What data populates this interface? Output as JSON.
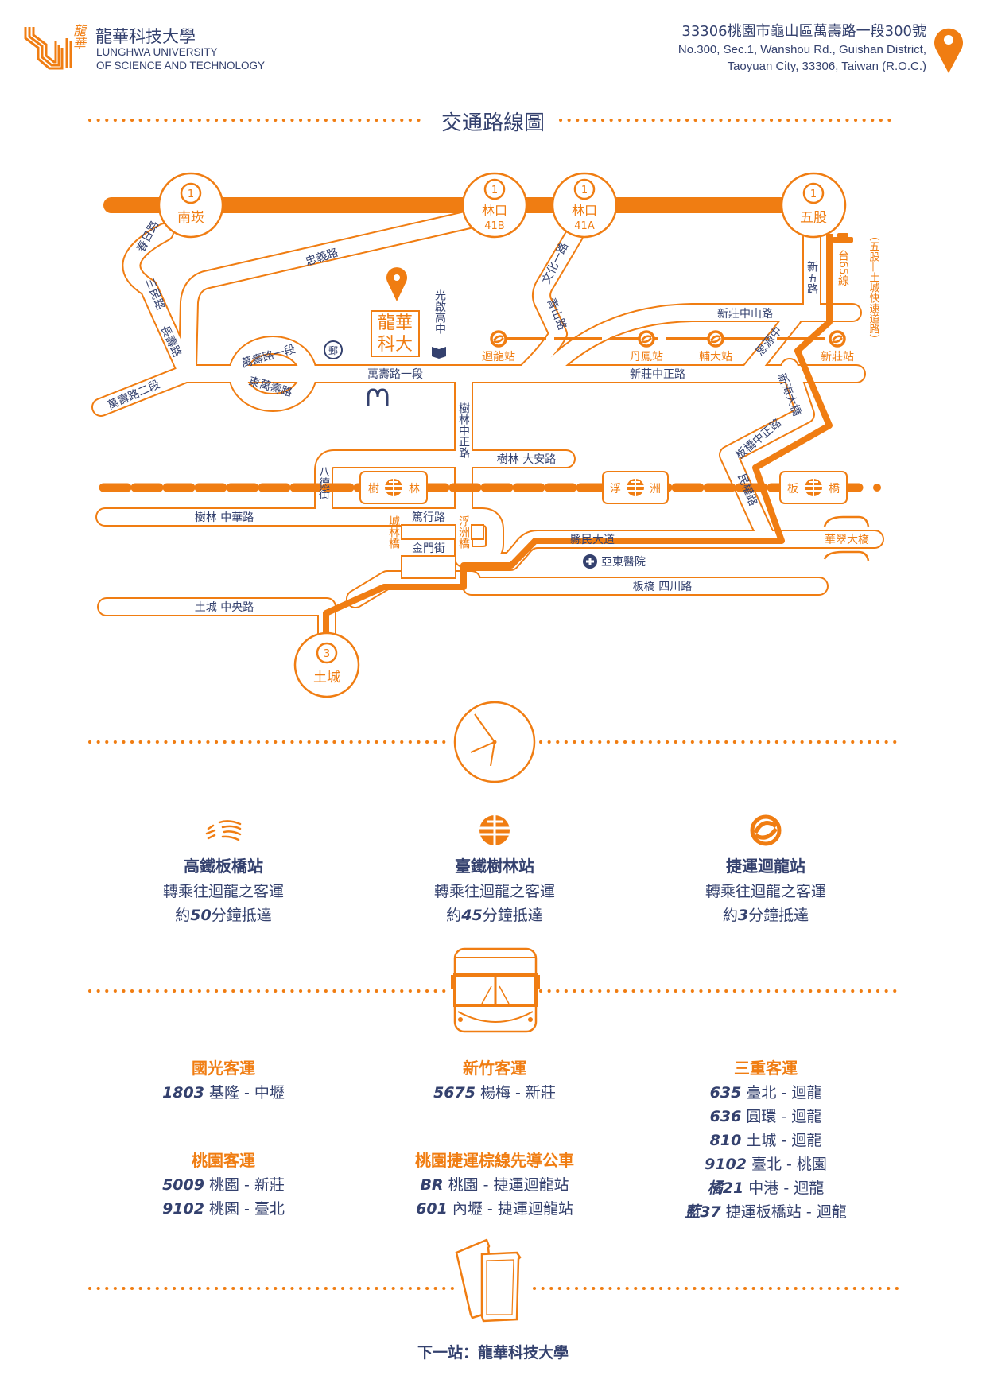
{
  "header": {
    "logo_mark_text": "龍華",
    "logo_zh": "龍華科技大學",
    "logo_en1": "LUNGHWA UNIVERSITY",
    "logo_en2": "OF SCIENCE AND TECHNOLOGY",
    "address_zh": "33306桃園市龜山區萬壽路一段300號",
    "address_en1": "No.300, Sec.1, Wanshou Rd., Guishan District,",
    "address_en2": "Taoyuan City, 33306, Taiwan (R.O.C.)"
  },
  "title": "交通路線圖",
  "colors": {
    "accent": "#f07d12",
    "text": "#34416e"
  },
  "map": {
    "interchanges": [
      {
        "num": "1",
        "name": "南崁"
      },
      {
        "num": "1",
        "name": "林口",
        "code": "41B"
      },
      {
        "num": "1",
        "name": "林口",
        "code": "41A"
      },
      {
        "num": "1",
        "name": "五股"
      },
      {
        "num": "3",
        "name": "土城"
      }
    ],
    "school": "龍華科大",
    "landmarks": {
      "high_school": "光啟高中",
      "hospital": "亞東醫院",
      "highway65": "台65線",
      "expressway": "（五股—土城快速道路）"
    },
    "metro_stations": [
      "迴龍站",
      "丹鳳站",
      "輔大站",
      "新莊站"
    ],
    "rail_stations": [
      {
        "a": "樹",
        "b": "林"
      },
      {
        "a": "浮",
        "b": "洲"
      },
      {
        "a": "板",
        "b": "橋"
      }
    ],
    "roads": {
      "chunri": "春日路",
      "sanmin": "三民路",
      "changshou": "長壽路",
      "wanshou2": "萬壽路二段",
      "zhongyi": "忠義路",
      "wanshou1_arc": "萬壽路一段",
      "dongwanshou": "東萬壽路",
      "wanshou1": "萬壽路一段",
      "wenhua": "文化一路",
      "qingshan": "青山路",
      "xinwu": "新五路",
      "zhongshan": "新莊中山路",
      "siyuan": "思源中",
      "xz_zhongzheng": "新莊中正路",
      "xinhai": "新海大橋",
      "bq_zhongzheng": "板橋中正路",
      "minquan": "民權路",
      "sl_zhongzheng": "樹林中正路",
      "daan": "樹林 大安路",
      "bade": "八德街",
      "zhonghua": "樹林 中華路",
      "duxing": "篤行路",
      "jinmen": "金門街",
      "chenglin": "城林橋",
      "fuzhou": "浮洲橋",
      "xianmin": "縣民大道",
      "huacui": "華翠大橋",
      "sichuan": "板橋 四川路",
      "zhongyang": "土城 中央路"
    }
  },
  "transfers": [
    {
      "title": "高鐵板橋站",
      "line1": "轉乘往迴龍之客運",
      "pre": "約",
      "minutes": "50",
      "post": "分鐘抵達"
    },
    {
      "title": "臺鐵樹林站",
      "line1": "轉乘往迴龍之客運",
      "pre": "約",
      "minutes": "45",
      "post": "分鐘抵達"
    },
    {
      "title": "捷運迴龍站",
      "line1": "轉乘往迴龍之客運",
      "pre": "約",
      "minutes": "3",
      "post": "分鐘抵達"
    }
  ],
  "bus": {
    "kuokuang": {
      "name": "國光客運",
      "routes": [
        {
          "no": "1803",
          "route": "基隆 - 中壢"
        }
      ]
    },
    "hsinchu": {
      "name": "新竹客運",
      "routes": [
        {
          "no": "5675",
          "route": "楊梅 - 新莊"
        }
      ]
    },
    "sanchung": {
      "name": "三重客運",
      "routes": [
        {
          "no": "635",
          "route": "臺北 - 迴龍"
        },
        {
          "no": "636",
          "route": "圓環 - 迴龍"
        },
        {
          "no": "810",
          "route": "土城 - 迴龍"
        },
        {
          "no": "9102",
          "route": "臺北 - 桃園"
        },
        {
          "no": "橘21",
          "route": "中港 - 迴龍"
        },
        {
          "no": "藍37",
          "route": "捷運板橋站 - 迴龍"
        }
      ]
    },
    "taoyuan": {
      "name": "桃園客運",
      "routes": [
        {
          "no": "5009",
          "route": "桃園 - 新莊"
        },
        {
          "no": "9102",
          "route": "桃園 - 臺北"
        }
      ]
    },
    "brown": {
      "name": "桃園捷運棕線先導公車",
      "routes": [
        {
          "no": "BR",
          "route": "桃園 - 捷運迴龍站"
        },
        {
          "no": "601",
          "route": "內壢 - 捷運迴龍站"
        }
      ]
    }
  },
  "footer": "下一站：龍華科技大學"
}
